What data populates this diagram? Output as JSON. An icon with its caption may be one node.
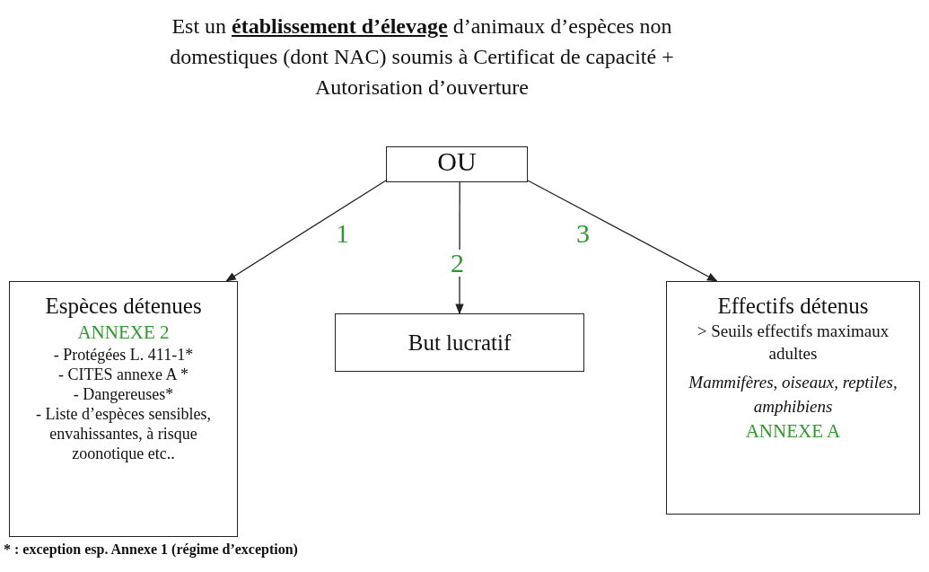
{
  "diagram": {
    "title": "Est un **établissement d’élevage** d’animaux d’espèces non domestiques (dont NAC) soumis à Certificat de capacité +  Autorisation d’ouverture",
    "nodes": [
      {
        "text": [
          "OU"
        ]
      },
      {
        "text": [
          "Espèces détenues",
          "ANNEXE 2",
          "- Protégées L. 411-1*",
          "- CITES annexe A *",
          "- Dangereuses*",
          "- Liste d’espèces sensibles, envahissantes, à risque zoonotique etc.."
        ]
      },
      {
        "text": [
          "But lucratif"
        ]
      },
      {
        "text": [
          "Effectifs détenus",
          "> Seuils effectifs maximaux adultes",
          "Mammifères, oiseaux, reptiles, amphibiens",
          "ANNEXE A"
        ]
      }
    ],
    "edges": [
      {
        "from": 0,
        "to": 1,
        "arrow": "to",
        "label": "1"
      },
      {
        "from": 0,
        "to": 2,
        "arrow": "to",
        "label": "2"
      },
      {
        "from": 0,
        "to": 3,
        "arrow": "to",
        "label": "3"
      }
    ],
    "labels": [
      "* : exception esp. Annexe 1 (régime d’exception)"
    ]
  }
}
